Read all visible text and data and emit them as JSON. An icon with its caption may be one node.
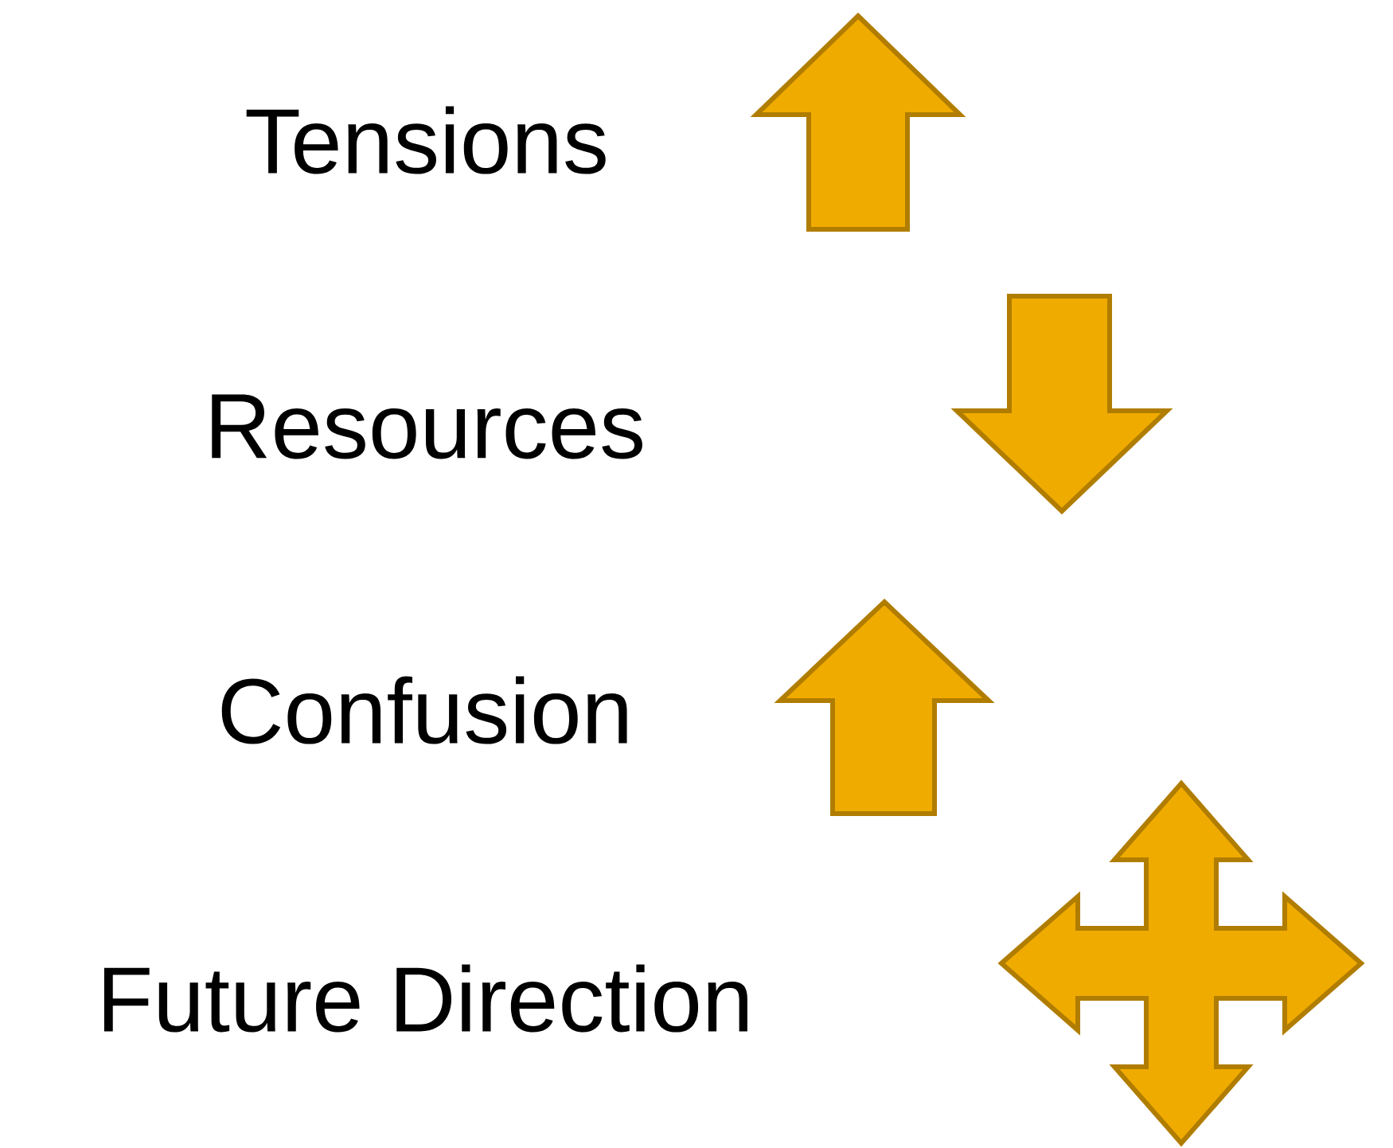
{
  "diagram": {
    "labels": [
      "Tensions",
      "Resources",
      "Confusion",
      "Future Direction"
    ]
  }
}
